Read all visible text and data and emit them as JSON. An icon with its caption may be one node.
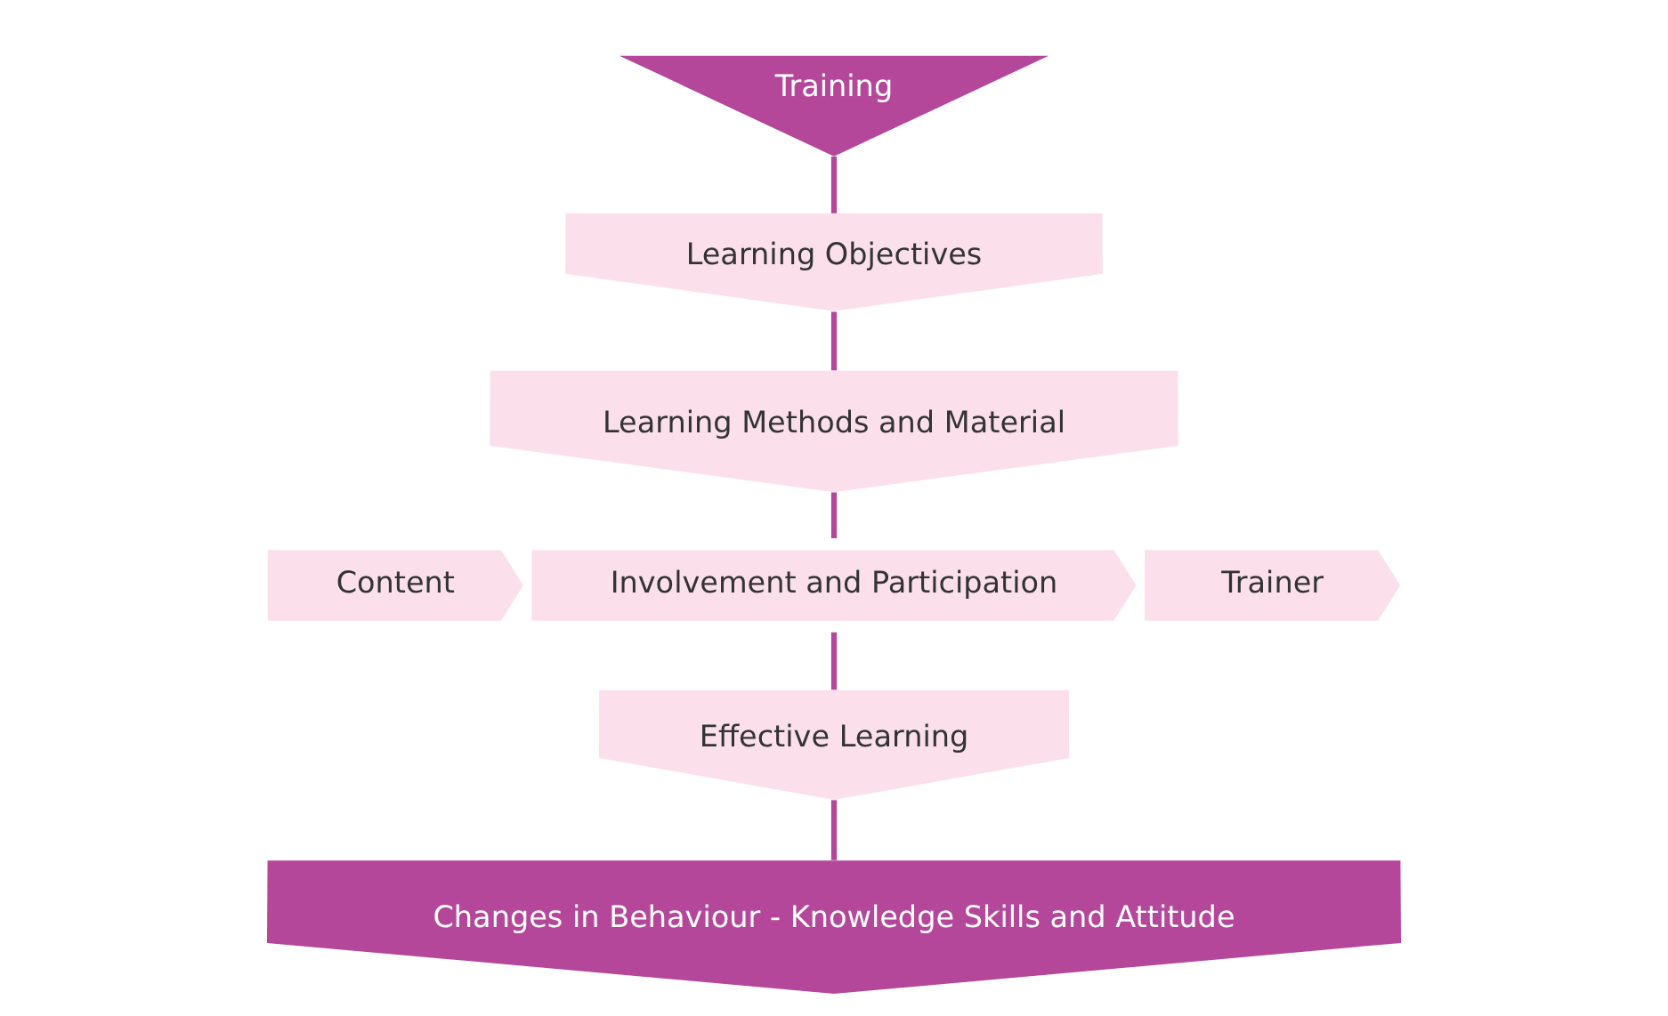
{
  "diagram": {
    "nodes": [
      {
        "text": [
          "Training"
        ]
      },
      {
        "text": [
          "Learning Objectives"
        ]
      },
      {
        "text": [
          "Learning Methods and Material"
        ]
      },
      {
        "text": [
          "Content"
        ]
      },
      {
        "text": [
          "Involvement and Participation"
        ]
      },
      {
        "text": [
          "Trainer"
        ]
      },
      {
        "text": [
          "Effective Learning"
        ]
      },
      {
        "text": [
          "Changes in Behaviour - Knowledge Skills and Attitude"
        ]
      }
    ],
    "edges": [
      {
        "from": 0,
        "to": 1,
        "arrow": "none"
      },
      {
        "from": 1,
        "to": 2,
        "arrow": "none"
      },
      {
        "from": 2,
        "to": 4,
        "arrow": "none"
      },
      {
        "from": 4,
        "to": 6,
        "arrow": "none"
      },
      {
        "from": 6,
        "to": 7,
        "arrow": "none"
      }
    ]
  }
}
